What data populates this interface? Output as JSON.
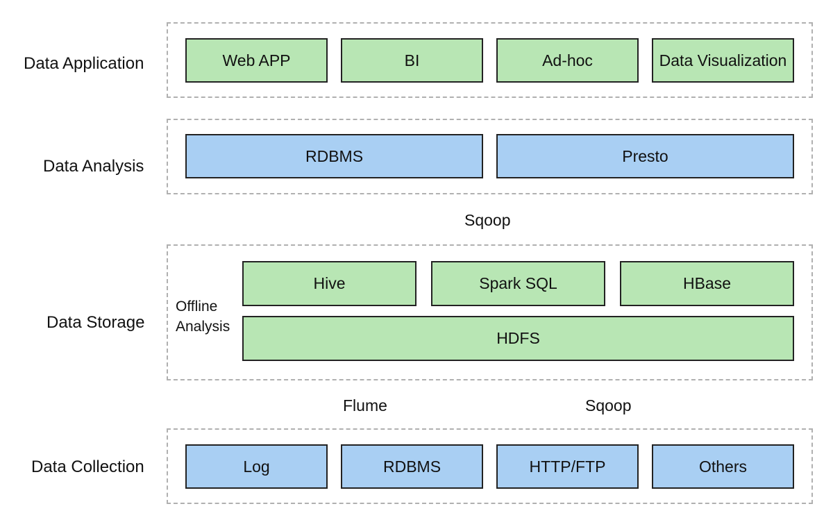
{
  "layers": {
    "application": {
      "label": "Data Application",
      "items": [
        "Web APP",
        "BI",
        "Ad-hoc",
        "Data Visualization"
      ]
    },
    "analysis": {
      "label": "Data Analysis",
      "items": [
        "RDBMS",
        "Presto"
      ]
    },
    "storage": {
      "label": "Data Storage",
      "sublabel_line1": "Offline",
      "sublabel_line2": "Analysis",
      "top_items": [
        "Hive",
        "Spark SQL",
        "HBase"
      ],
      "base_item": "HDFS"
    },
    "collection": {
      "label": "Data Collection",
      "items": [
        "Log",
        "RDBMS",
        "HTTP/FTP",
        "Others"
      ]
    }
  },
  "flows": {
    "analysis_storage": "Sqoop",
    "collection_flume": "Flume",
    "collection_sqoop": "Sqoop"
  },
  "colors": {
    "green_box": "#b8e6b4",
    "blue_box": "#a9cff3",
    "dashed_border": "#b0b0b0"
  }
}
